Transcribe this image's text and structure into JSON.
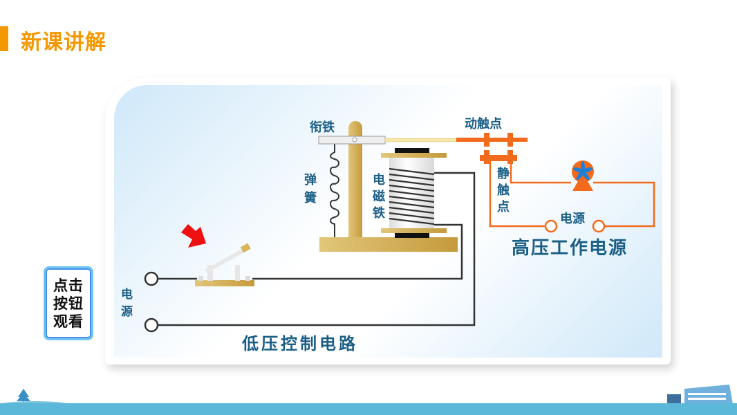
{
  "header": {
    "title": "新课讲解"
  },
  "diagram": {
    "armature": "衔铁",
    "spring": [
      "弹",
      "簧"
    ],
    "electromagnet": [
      "电",
      "磁",
      "铁"
    ],
    "moving_contact": "动触点",
    "static_contact": [
      "静",
      "触",
      "点"
    ],
    "hv_source": "电源",
    "hv_circuit": "高压工作电源",
    "lv_source": [
      "电",
      "源"
    ],
    "lv_circuit": "低压控制电路"
  },
  "button": {
    "lines": [
      "点击",
      "按钮",
      "观看"
    ]
  },
  "colors": {
    "accent": "#f39800",
    "label": "#1a5e86",
    "wire_hv": "#f26a1b",
    "footer": "#5bb8d8"
  }
}
